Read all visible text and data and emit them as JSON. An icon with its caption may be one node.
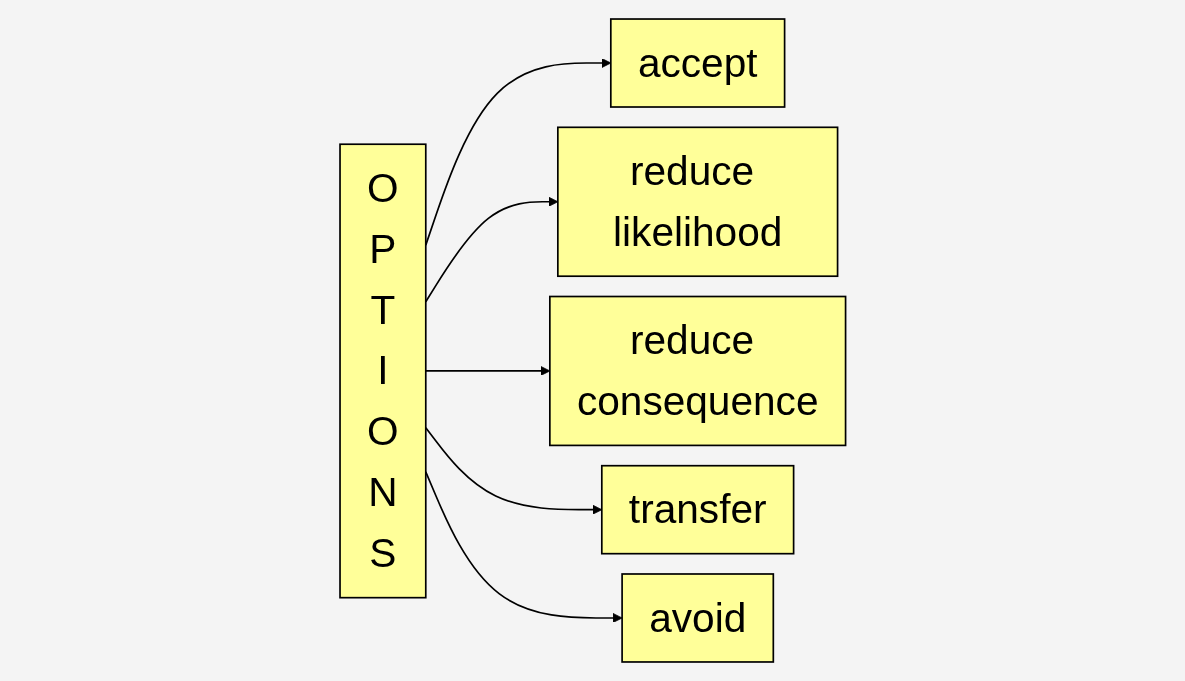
{
  "diagram": {
    "nodes": [
      {
        "text": [
          "OPTIONS"
        ]
      },
      {
        "text": [
          "accept"
        ]
      },
      {
        "text": [
          "reduce likelihood"
        ]
      },
      {
        "text": [
          "reduce consequence"
        ]
      },
      {
        "text": [
          "transfer"
        ]
      },
      {
        "text": [
          "avoid"
        ]
      }
    ],
    "edges": [
      {
        "from": 0,
        "to": 1,
        "arrow": "to"
      },
      {
        "from": 0,
        "to": 2,
        "arrow": "to"
      },
      {
        "from": 0,
        "to": 3,
        "arrow": "to"
      },
      {
        "from": 0,
        "to": 4,
        "arrow": "to"
      },
      {
        "from": 0,
        "to": 5,
        "arrow": "to"
      }
    ]
  }
}
